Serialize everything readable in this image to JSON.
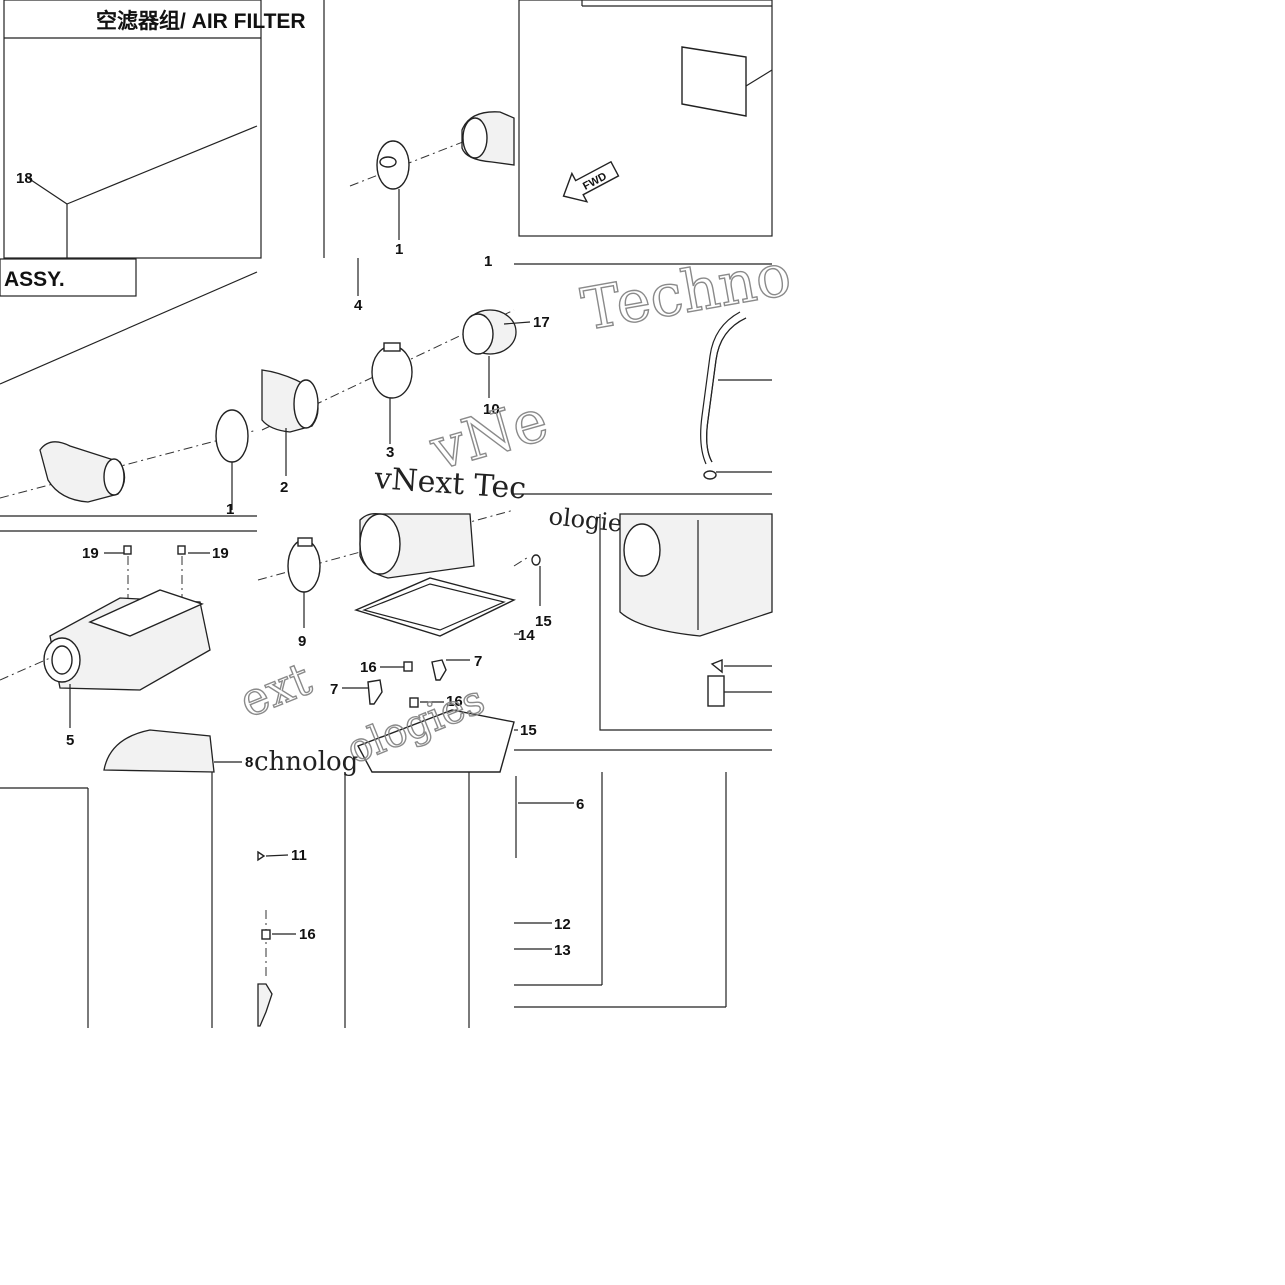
{
  "title_top": "空滤器组/ AIR FILTER",
  "title_assy": "ASSY.",
  "fwd_label": "FWD",
  "watermarks": {
    "w1": "Techno",
    "w2": "vNext Tec",
    "w3": "vNe",
    "w4": "ext",
    "w5": "ologies",
    "w6": "chnolog",
    "w7": "ologies"
  },
  "callouts": {
    "c18": "18",
    "c1a": "1",
    "c1b": "1",
    "c4": "4",
    "c17": "17",
    "c10": "10",
    "c3": "3",
    "c2": "2",
    "c1c": "1",
    "c19a": "19",
    "c19b": "19",
    "c5": "5",
    "c8": "8",
    "c9": "9",
    "c15a": "15",
    "c14": "14",
    "c16a": "16",
    "c7a": "7",
    "c7b": "7",
    "c16b": "16",
    "c15b": "15",
    "c6": "6",
    "c11": "11",
    "c16c": "16",
    "c12": "12",
    "c13": "13"
  }
}
